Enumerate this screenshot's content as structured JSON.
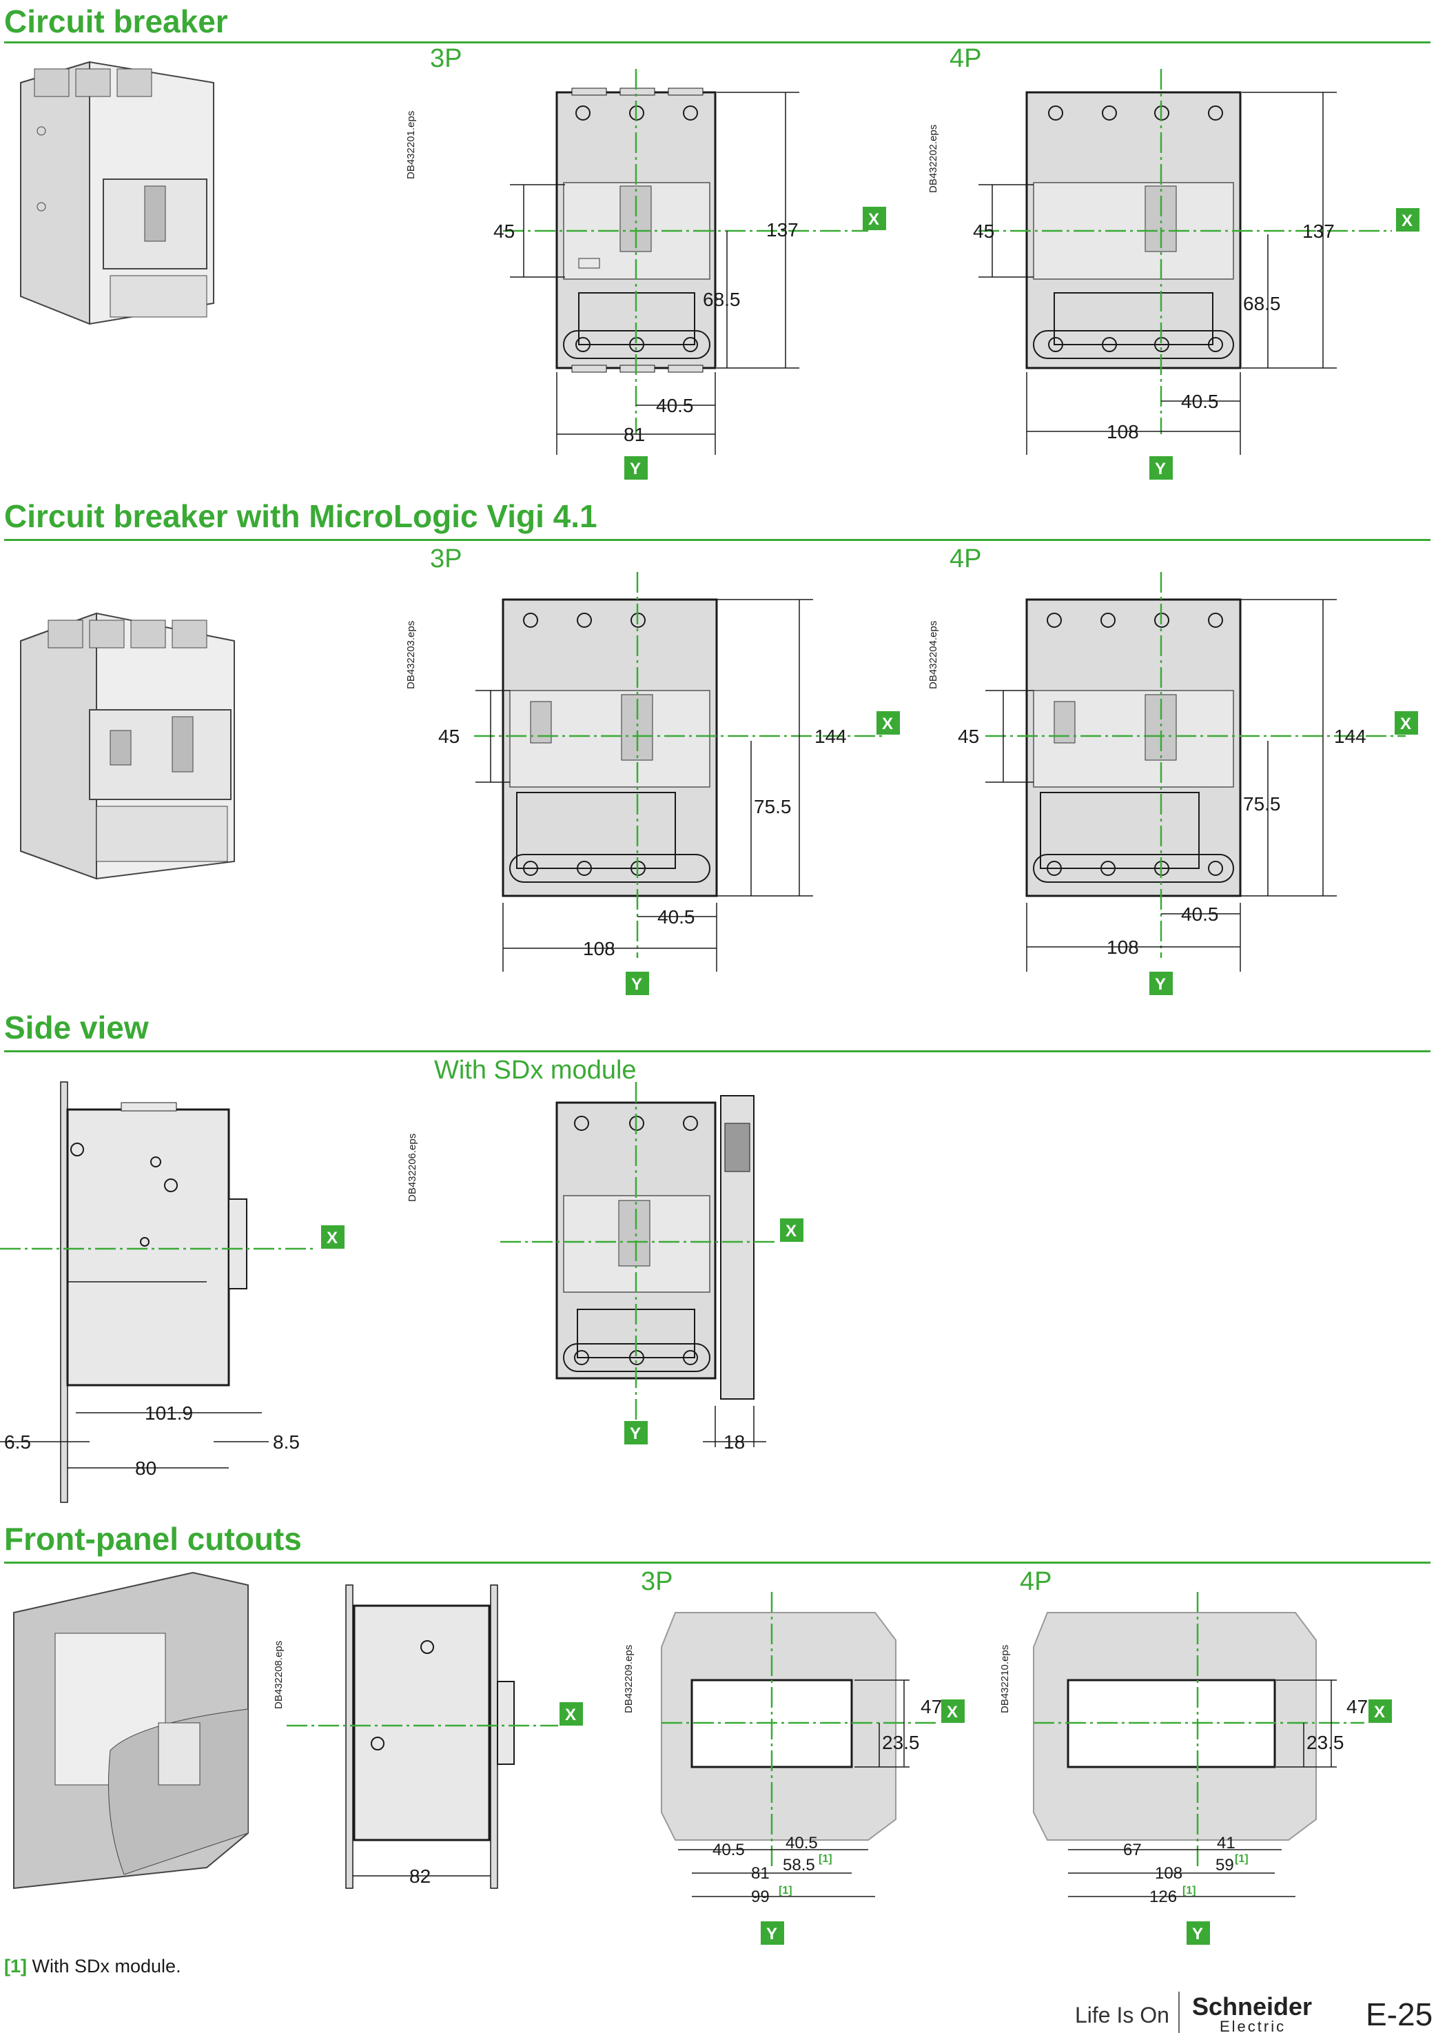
{
  "sections": {
    "circuit_breaker": "Circuit breaker",
    "micrologic": "Circuit breaker with MicroLogic Vigi 4.1",
    "side_view": "Side view",
    "cutouts": "Front-panel cutouts"
  },
  "labels": {
    "p3": "3P",
    "p4": "4P",
    "with_sdx": "With SDx module",
    "x": "X",
    "y": "Y"
  },
  "eps": {
    "a": "DB432201.eps",
    "b": "DB432202.eps",
    "c": "DB432203.eps",
    "d": "DB432204.eps",
    "e": "DB432206.eps",
    "f": "DB432208.eps",
    "g": "DB432209.eps",
    "h": "DB432210.eps"
  },
  "dims": {
    "cb3p": {
      "h1": "45",
      "h2": "137",
      "h3": "68.5",
      "w1": "40.5",
      "w2": "81"
    },
    "cb4p": {
      "h1": "45",
      "h2": "137",
      "h3": "68.5",
      "w1": "40.5",
      "w2": "108"
    },
    "ml3p": {
      "h1": "45",
      "h2": "144",
      "h3": "75.5",
      "w1": "40.5",
      "w2": "108"
    },
    "ml4p": {
      "h1": "45",
      "h2": "144",
      "h3": "75.5",
      "w1": "40.5",
      "w2": "108"
    },
    "side": {
      "a": "101.9",
      "b": "6.5",
      "c": "8.5",
      "d": "80",
      "e": "18"
    },
    "cut_side": {
      "a": "82"
    },
    "cut3p": {
      "h1": "47",
      "h2": "23.5",
      "l": "40.5",
      "r": "40.5",
      "w": "81",
      "sdx": "58.5",
      "wsdx": "99"
    },
    "cut4p": {
      "h1": "47",
      "h2": "23.5",
      "l": "67",
      "r": "41",
      "w": "108",
      "sdx": "59",
      "wsdx": "126"
    },
    "ref": "[1]"
  },
  "footnote": {
    "ref": "[1]",
    "text": " With SDx module."
  },
  "footer": {
    "tagline": "Life Is On",
    "brand": "Schneider",
    "brand2": "Electric",
    "page": "E-25"
  },
  "colors": {
    "accent": "#3aaa35",
    "body": "#dcdcdc",
    "line": "#1a1a1a"
  }
}
